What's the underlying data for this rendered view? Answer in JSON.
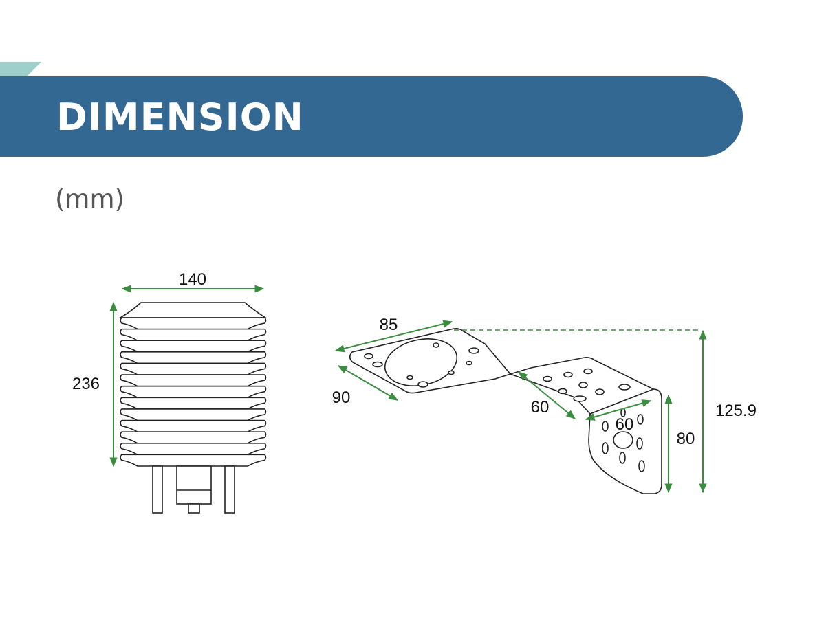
{
  "header": {
    "title": "DIMENSION"
  },
  "unit_label": "(mm)",
  "shield": {
    "width_label": "140",
    "height_label": "236"
  },
  "bracket": {
    "length_label": "85",
    "width_label": "90",
    "offset_label": "60",
    "flange_width_label": "60",
    "flange_height_label": "80",
    "total_height_label": "125.9"
  },
  "colors": {
    "banner": "#336893",
    "accent": "#9ecfcb",
    "dimension_line": "#3a8d3e"
  }
}
